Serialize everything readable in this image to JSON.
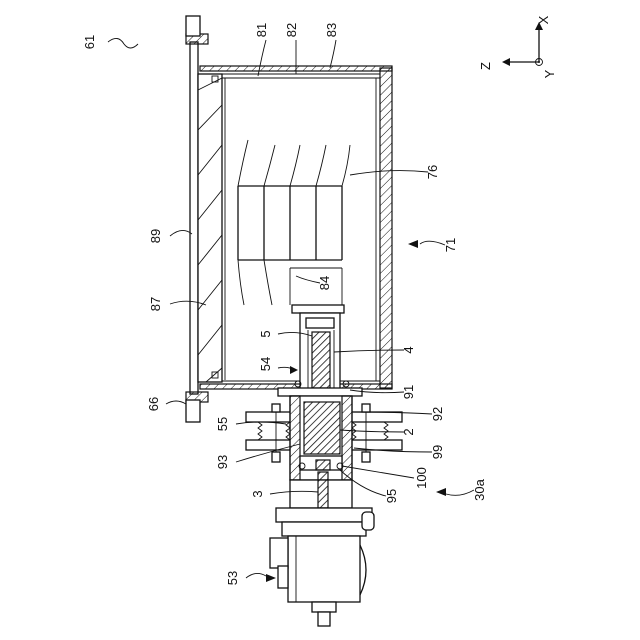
{
  "axes": {
    "x": "X",
    "z": "Z",
    "y": "Y"
  },
  "labels": {
    "l61": "61",
    "l81": "81",
    "l82": "82",
    "l83": "83",
    "l76": "76",
    "l89": "89",
    "l71": "71",
    "l87": "87",
    "l84": "84",
    "l5": "5",
    "l4": "4",
    "l54": "54",
    "l91": "91",
    "l66": "66",
    "l55": "55",
    "l92": "92",
    "l2": "2",
    "l93": "93",
    "l99": "99",
    "l100": "100",
    "l3": "3",
    "l95": "95",
    "l30a": "30a",
    "l53": "53"
  }
}
